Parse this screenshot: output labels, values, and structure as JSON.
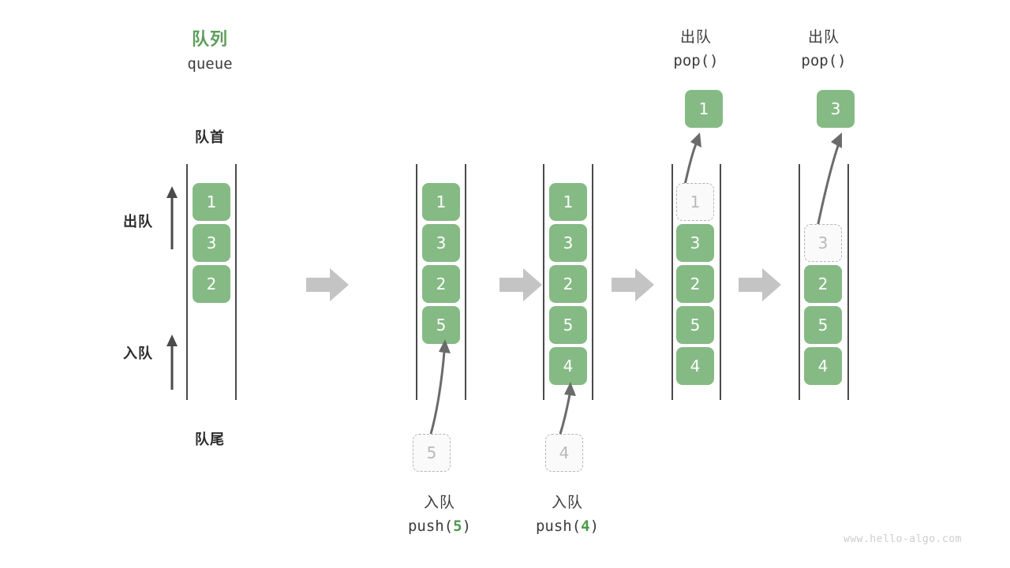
{
  "meta": {
    "watermark": "www.hello-algo.com"
  },
  "header": {
    "title_cn": "队列",
    "title_en": "queue"
  },
  "labels": {
    "front": "队首",
    "rear": "队尾",
    "dequeue": "出队",
    "enqueue": "入队"
  },
  "icons": {
    "step_arrow": "right-arrow-icon",
    "up_arrow": "up-arrow-icon",
    "curved_arrow": "curved-arrow-icon"
  },
  "colors": {
    "accent_green": "#86BA84",
    "title_green": "#5E9E5B",
    "code_green": "#4C9A4C",
    "rail": "#4a4a4a",
    "ghost_border": "#b5b5b5",
    "ghost_text": "#b9b9b9",
    "step_arrow": "#c4c4c4",
    "watermark": "#cdcdcd"
  },
  "columns": [
    {
      "id": "state-initial",
      "cells": [
        {
          "value": "1",
          "state": "filled"
        },
        {
          "value": "3",
          "state": "filled"
        },
        {
          "value": "2",
          "state": "filled"
        }
      ]
    },
    {
      "id": "state-after-push-5",
      "cells": [
        {
          "value": "1",
          "state": "filled"
        },
        {
          "value": "3",
          "state": "filled"
        },
        {
          "value": "2",
          "state": "filled"
        },
        {
          "value": "5",
          "state": "filled"
        }
      ],
      "incoming": {
        "value": "5",
        "state": "ghost"
      },
      "caption_cn": "入队",
      "caption_code_prefix": "push(",
      "caption_code_value": "5",
      "caption_code_suffix": ")"
    },
    {
      "id": "state-after-push-4",
      "cells": [
        {
          "value": "1",
          "state": "filled"
        },
        {
          "value": "3",
          "state": "filled"
        },
        {
          "value": "2",
          "state": "filled"
        },
        {
          "value": "5",
          "state": "filled"
        },
        {
          "value": "4",
          "state": "filled"
        }
      ],
      "incoming": {
        "value": "4",
        "state": "ghost"
      },
      "caption_cn": "入队",
      "caption_code_prefix": "push(",
      "caption_code_value": "4",
      "caption_code_suffix": ")"
    },
    {
      "id": "state-after-pop-1",
      "cells": [
        {
          "value": "1",
          "state": "ghost"
        },
        {
          "value": "3",
          "state": "filled"
        },
        {
          "value": "2",
          "state": "filled"
        },
        {
          "value": "5",
          "state": "filled"
        },
        {
          "value": "4",
          "state": "filled"
        }
      ],
      "popped": {
        "value": "1",
        "state": "filled"
      },
      "header_cn": "出队",
      "header_code": "pop()"
    },
    {
      "id": "state-after-pop-3",
      "cells": [
        {
          "value": "3",
          "state": "ghost"
        },
        {
          "value": "2",
          "state": "filled"
        },
        {
          "value": "5",
          "state": "filled"
        },
        {
          "value": "4",
          "state": "filled"
        }
      ],
      "popped": {
        "value": "3",
        "state": "filled"
      },
      "header_cn": "出队",
      "header_code": "pop()"
    }
  ]
}
